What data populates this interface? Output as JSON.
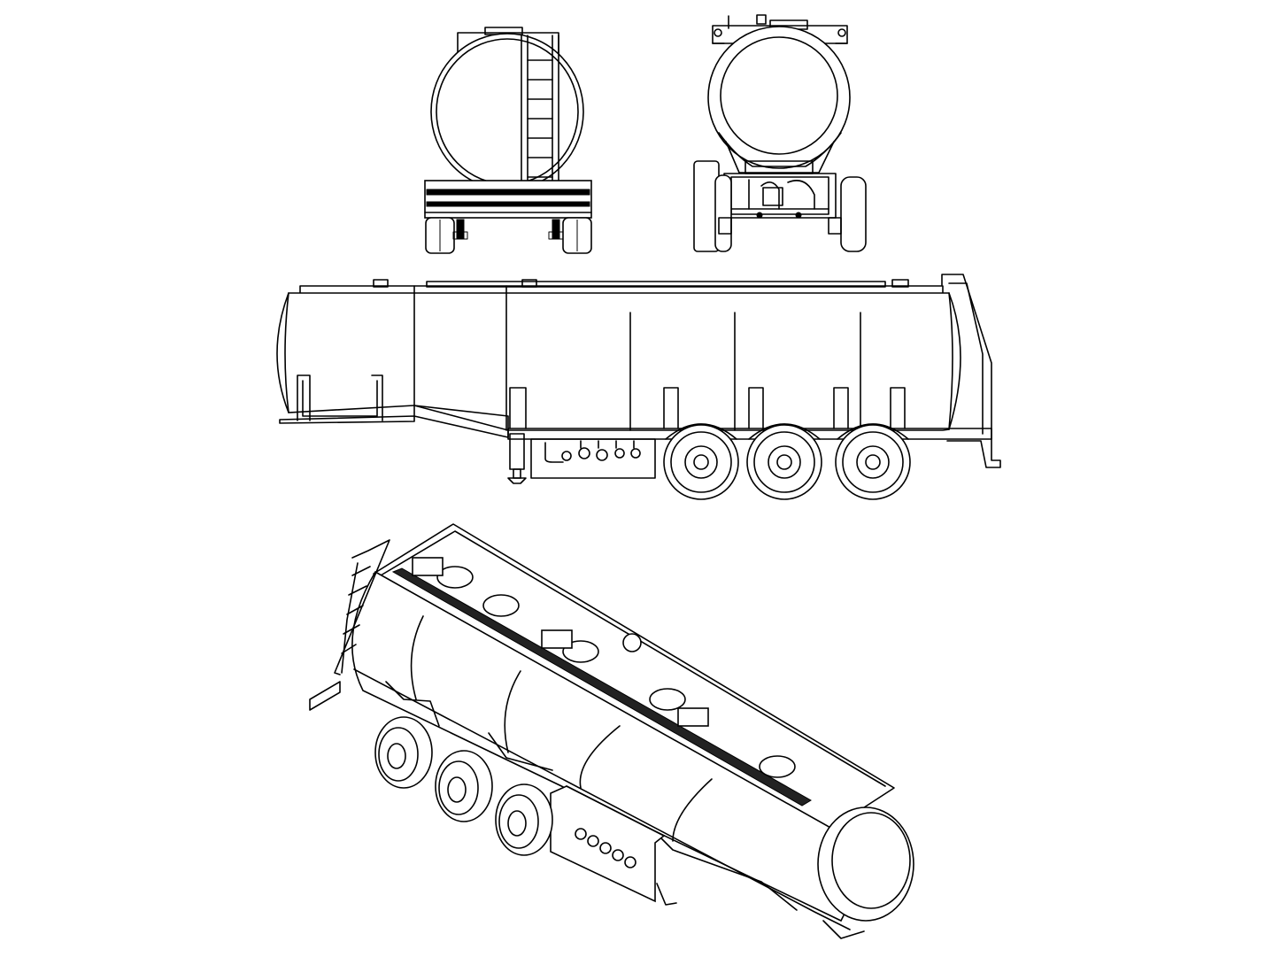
{
  "drawing": {
    "line_color": "#000000",
    "background_color": "#ffffff",
    "views": [
      {
        "id": "rear-view"
      },
      {
        "id": "front-view"
      },
      {
        "id": "side-view"
      },
      {
        "id": "isometric-view"
      }
    ]
  }
}
